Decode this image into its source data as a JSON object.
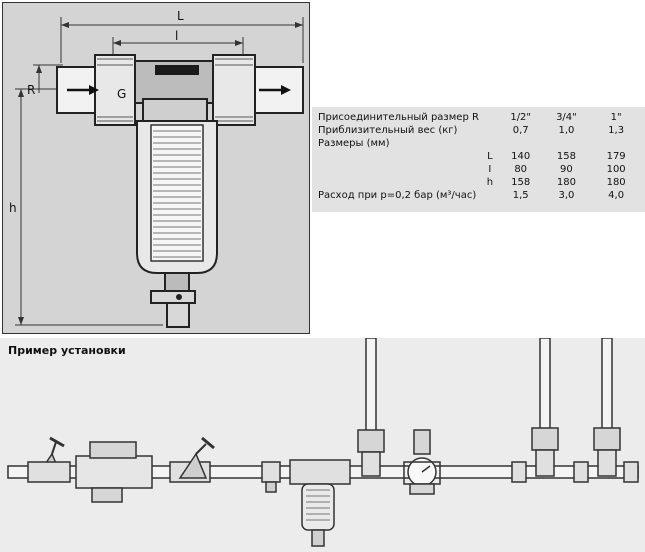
{
  "drawing": {
    "dim_L": "L",
    "dim_l": "l",
    "dim_R": "R",
    "dim_G": "G",
    "dim_h": "h"
  },
  "spec_table": {
    "columns": [
      "1/2\"",
      "3/4\"",
      "1\""
    ],
    "rows": [
      {
        "key": "",
        "label": "Присоединительный размер R",
        "values": [
          "1/2\"",
          "3/4\"",
          "1\""
        ]
      },
      {
        "key": "",
        "label": "Приблизительный вес (кг)",
        "values": [
          "0,7",
          "1,0",
          "1,3"
        ]
      },
      {
        "key": "",
        "label": "Размеры (мм)",
        "values": [
          "",
          "",
          ""
        ]
      },
      {
        "key": "L",
        "label": "",
        "values": [
          "140",
          "158",
          "179"
        ]
      },
      {
        "key": "I",
        "label": "",
        "values": [
          "80",
          "90",
          "100"
        ]
      },
      {
        "key": "h",
        "label": "",
        "values": [
          "158",
          "180",
          "180"
        ]
      },
      {
        "key": "",
        "label": "Расход при р=0,2 бар (м³/час)",
        "values": [
          "1,5",
          "3,0",
          "4,0"
        ]
      }
    ]
  },
  "installation": {
    "title": "Пример установки"
  },
  "colors": {
    "panel": "#d4d4d4",
    "table_bg": "#e2e2e2",
    "install_bg": "#ececec",
    "line": "#333333"
  }
}
